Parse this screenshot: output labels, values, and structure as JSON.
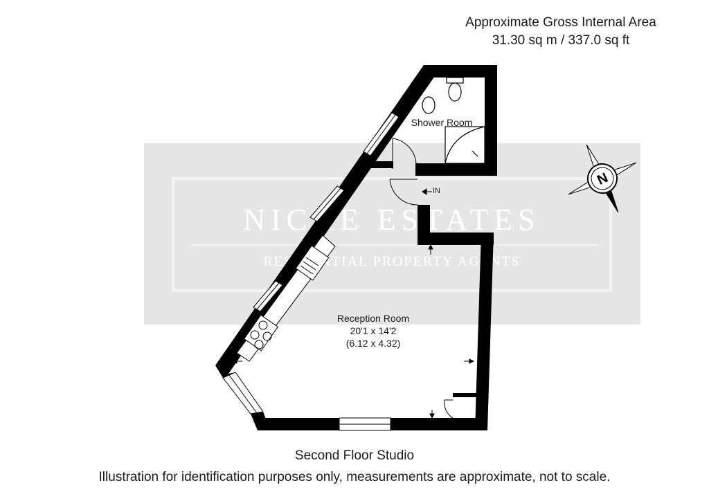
{
  "header": {
    "area_title": "Approximate Gross Internal Area",
    "area_value": "31.30 sq m / 337.0 sq ft"
  },
  "watermark": {
    "company": "NICKE ESTATES",
    "tagline": "RESIDENTIAL PROPERTY AGENTS"
  },
  "rooms": {
    "shower": {
      "name": "Shower Room"
    },
    "reception": {
      "name": "Reception Room",
      "imperial": "20'1 x 14'2",
      "metric": "(6.12 x 4.32)"
    }
  },
  "entrance": {
    "label": "IN"
  },
  "compass": {
    "label": "N"
  },
  "footer": {
    "floor": "Second Floor Studio",
    "disclaimer": "Illustration for identification purposes only, measurements are approximate, not to scale."
  },
  "colors": {
    "wall": "#000000",
    "watermark_band": "#e6e6e6",
    "watermark_text": "#ffffff"
  }
}
